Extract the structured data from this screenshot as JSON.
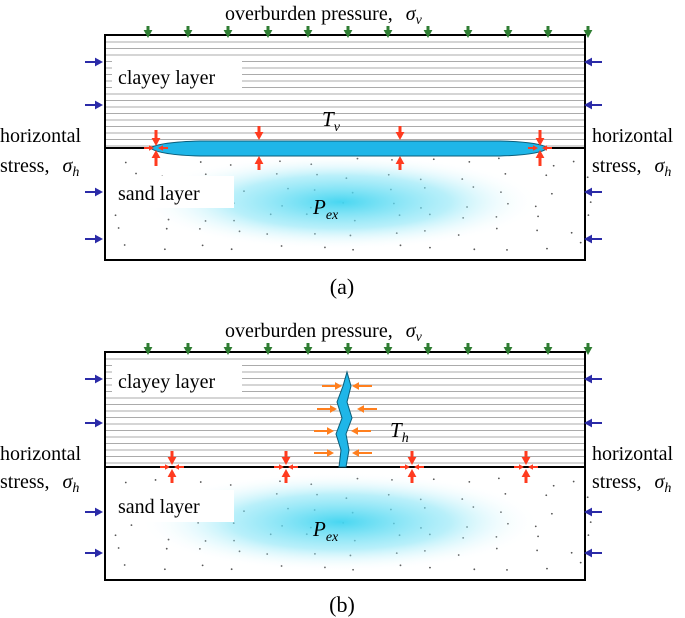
{
  "panels": [
    {
      "id": "a",
      "caption": "(a)",
      "overburden_label": "overburden pressure,",
      "overburden_symbol": "σ",
      "overburden_subscript": "v",
      "clay_label": "clayey layer",
      "sand_label": "sand layer",
      "horizontal_line1": "horizontal",
      "horizontal_line2": "stress,",
      "horizontal_symbol": "σ",
      "horizontal_subscript": "h",
      "tension_symbol": "T",
      "tension_subscript": "v",
      "pressure_symbol": "P",
      "pressure_subscript": "ex"
    },
    {
      "id": "b",
      "caption": "(b)",
      "overburden_label": "overburden pressure,",
      "overburden_symbol": "σ",
      "overburden_subscript": "v",
      "clay_label": "clayey layer",
      "sand_label": "sand layer",
      "horizontal_line1": "horizontal",
      "horizontal_line2": "stress,",
      "horizontal_symbol": "σ",
      "horizontal_subscript": "h",
      "tension_symbol": "T",
      "tension_subscript": "h",
      "pressure_symbol": "P",
      "pressure_subscript": "ex"
    }
  ],
  "colors": {
    "overburden_arrow": "#2e7d32",
    "horizontal_arrow": "#2b2ba8",
    "fracture_arrow_red": "#ff3b1f",
    "fracture_arrow_orange": "#ff7f1e",
    "water": "#1fb6e8",
    "water_glow": "#3ed4f0",
    "clay_lines": "#8f8f8f",
    "border": "#000000",
    "sand_dots": "#555555"
  }
}
